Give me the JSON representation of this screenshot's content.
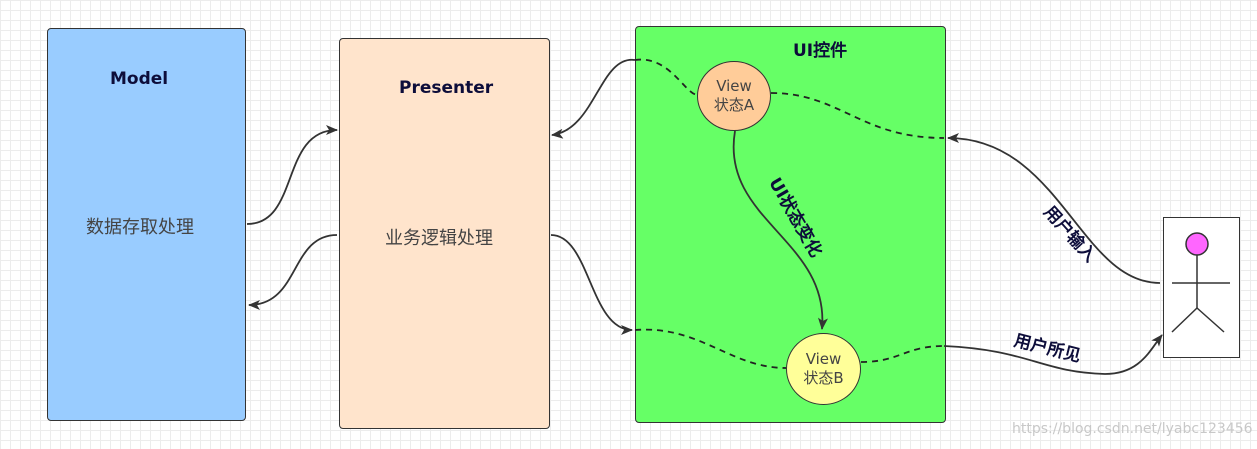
{
  "model": {
    "title": "Model",
    "body": "数据存取处理"
  },
  "presenter": {
    "title": "Presenter",
    "body": "业务逻辑处理"
  },
  "ui": {
    "title": "UI控件",
    "state_a": {
      "line1": "View",
      "line2": "状态A"
    },
    "state_b": {
      "line1": "View",
      "line2": "状态B"
    }
  },
  "labels": {
    "user_input": "用户输入",
    "user_sees": "用户所见",
    "state_change": "UI状态变化"
  },
  "watermark": "https://blog.csdn.net/lyabc123456",
  "colors": {
    "model_fill": "#99ccff",
    "presenter_fill": "#ffe4cc",
    "ui_fill": "#66ff66",
    "state_a_fill": "#ffcc99",
    "state_b_fill": "#ffff99",
    "actor_head": "#ff66ff"
  }
}
